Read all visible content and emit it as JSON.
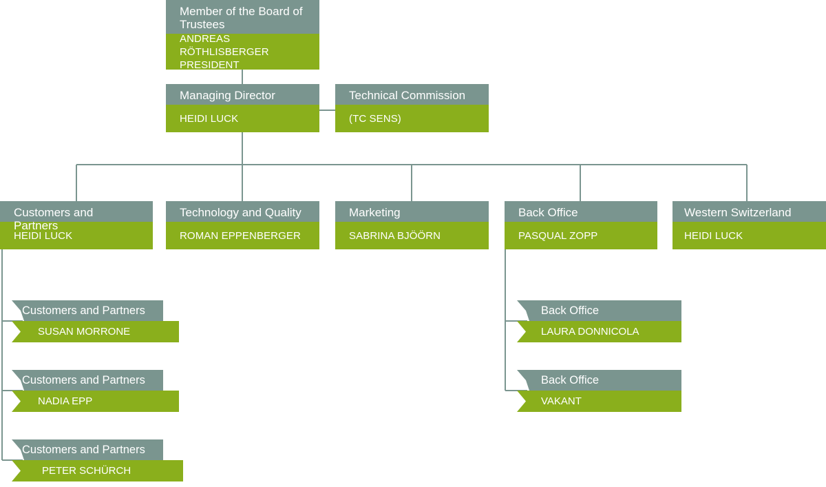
{
  "board": {
    "title": "Member of the Board of Trustees",
    "name_line1": "ANDREAS RÖTHLISBERGER",
    "name_line2": "PRESIDENT"
  },
  "managing_director": {
    "title": "Managing Director",
    "name": "HEIDI LUCK"
  },
  "technical_commission": {
    "title": "Technical Commission",
    "name": "(TC SENS)"
  },
  "departments": [
    {
      "title": "Customers and Partners",
      "name": "HEIDI LUCK"
    },
    {
      "title": "Technology and Quality",
      "name": "ROMAN EPPENBERGER"
    },
    {
      "title": "Marketing",
      "name": "SABRINA BJÖÖRN"
    },
    {
      "title": "Back Office",
      "name": "PASQUAL ZOPP"
    },
    {
      "title": "Western Switzerland",
      "name": "HEIDI LUCK"
    }
  ],
  "customers_sub": [
    {
      "title": "Customers and Partners",
      "name": "SUSAN MORRONE"
    },
    {
      "title": "Customers and Partners",
      "name": "NADIA EPP"
    },
    {
      "title": "Customers and Partners",
      "name": "PETER SCHÜRCH"
    }
  ],
  "backoffice_sub": [
    {
      "title": "Back Office",
      "name": "LAURA DONNICOLA"
    },
    {
      "title": "Back Office",
      "name": "VAKANT"
    }
  ],
  "colors": {
    "header": "#7a958f",
    "name_band": "#8aaf1c",
    "connector": "#7a958f"
  }
}
